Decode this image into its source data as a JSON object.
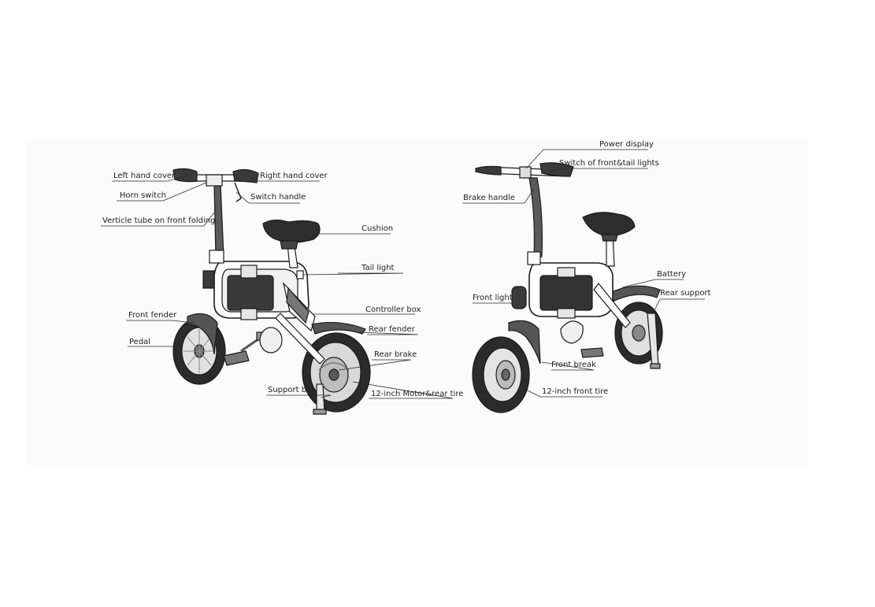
{
  "left_view": {
    "labels": {
      "left_hand_cover": "Left hand cover",
      "right_hand_cover": "Right hand cover",
      "horn_switch": "Horn switch",
      "switch_handle": "Switch handle",
      "verticle_tube": "Verticle tube on front folding",
      "cushion": "Cushion",
      "tail_light": "Tail light",
      "controller_box": "Controller box",
      "front_fender": "Front fender",
      "rear_fender": "Rear fender",
      "pedal": "Pedal",
      "rear_brake": "Rear brake",
      "support_bar": "Support bar",
      "motor_rear_tire": "12-inch Motor&rear tire"
    }
  },
  "right_view": {
    "labels": {
      "power_display": "Power display",
      "light_switch": "Switch of front&tail lights",
      "brake_handle": "Brake handle",
      "battery": "Battery",
      "front_light": "Front light",
      "rear_support": "Rear support",
      "front_break": "Front break",
      "front_tire": "12-inch front tire"
    }
  },
  "colors": {
    "outline": "#1a1a1a",
    "tire": "#2b2b2b",
    "grip": "#4a4a4a",
    "frame": "#ffffff",
    "panel_bg": "#fbfbfb"
  }
}
